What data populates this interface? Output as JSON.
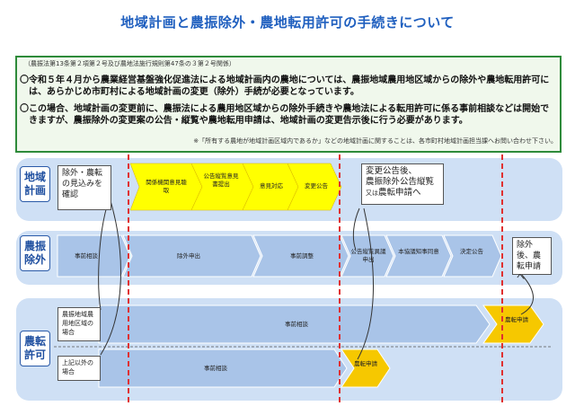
{
  "title": "地域計画と農振除外・農地転用許可の手続きについて",
  "notes": {
    "law": "（農振法第13条第２項第２号及び農地法施行規則第47条の３第２号関係）",
    "bullet1_line1": "〇令和５年４月から農業経営基盤強化促進法による地域計画内の農地については、農振地域農用地区域からの除外や農地転用許可に",
    "bullet1_line2": "　は、あらかじめ市町村による地域計画の変更（除外）手続が必要となっています。",
    "bullet2_line1": "〇この場合、地域計画の変更前に、農振法による農用地区域からの除外手続きや農地法による転用許可に係る事前相談などは開始で",
    "bullet2_line2": "　きますが、農振除外の変更案の公告・縦覧や農地転用申請は、地域計画の変更告示後に行う必要があります。",
    "footnote": "※「所有する農地が地域計画区域内であるか」などの地域計画に関することは、各市町村地域計画担当課へお問い合わせ下さい。"
  },
  "lanes": {
    "chiiki": {
      "label": "地域計画",
      "start_box": "除外・農転の見込みを確認",
      "steps": [
        "関係機関意見聴取",
        "公告縦覧意見書提出",
        "意見対応",
        "変更公告"
      ],
      "end_box_line1": "変更公告後、",
      "end_box_line2": "農振除外公告縦覧",
      "end_box_small": "又は",
      "end_box_line3": "農転申請へ"
    },
    "noshin": {
      "label": "農振除外",
      "steps": [
        "事前相談",
        "除外申出",
        "事前調整",
        "公告縦覧異議申出",
        "本協議知事同意",
        "決定公告"
      ],
      "end_box": "除外後、農転申請へ"
    },
    "noten": {
      "label": "農転許可",
      "row1_box": "農振地域農用地区域の場合",
      "row1_step": "事前相談",
      "row1_end": "農転申請",
      "row2_box": "上記以外の場合",
      "row2_step": "事前相談",
      "row2_end": "農転申請"
    }
  },
  "colors": {
    "title": "#1f5fbf",
    "step_yellow": "#ffff00",
    "step_gold": "#f6c800",
    "arrow_blue": "#8fb4df",
    "dash_red": "#e03030"
  }
}
